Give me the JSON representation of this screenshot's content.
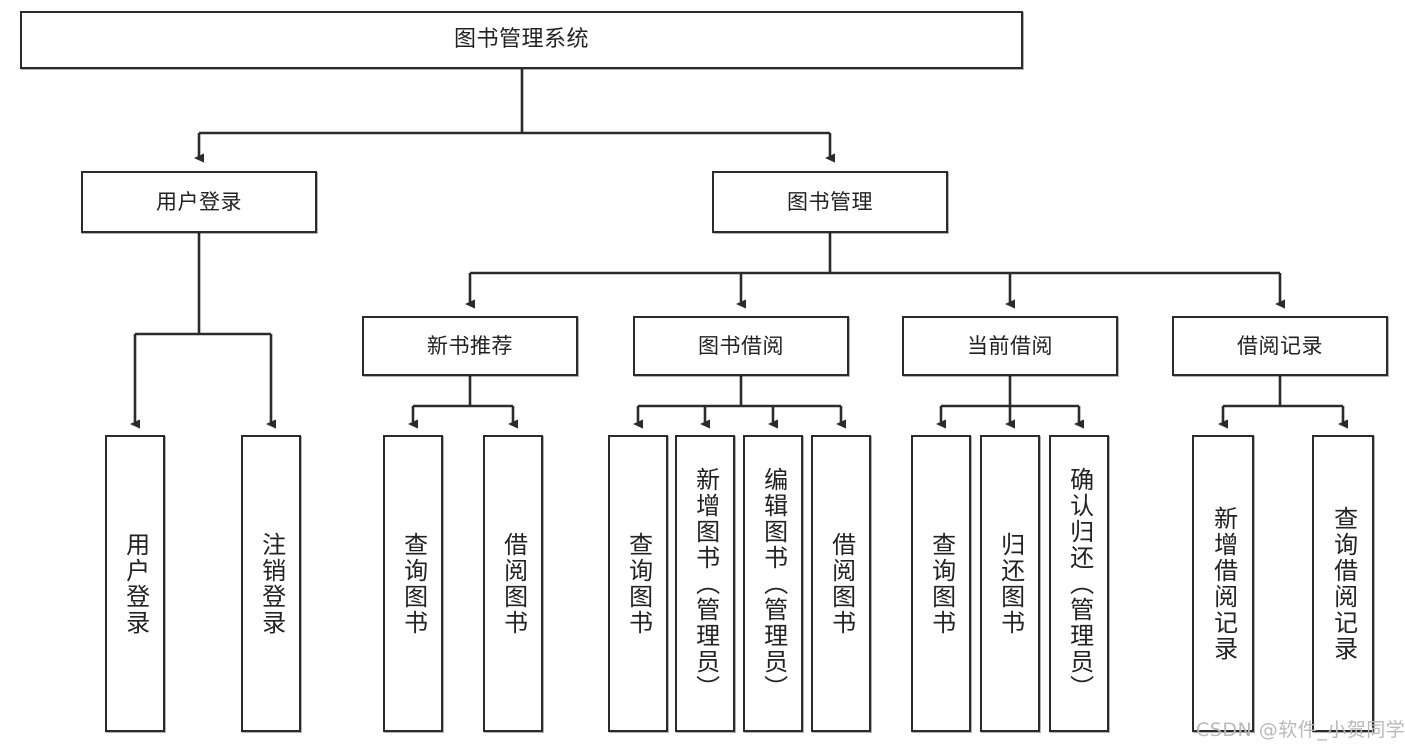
{
  "diagram": {
    "title": "图书管理系统",
    "type": "tree-hierarchy-diagram",
    "root": {
      "label": "图书管理系统"
    },
    "level2": [
      {
        "label": "用户登录"
      },
      {
        "label": "图书管理"
      }
    ],
    "level3": [
      {
        "label": "新书推荐"
      },
      {
        "label": "图书借阅"
      },
      {
        "label": "当前借阅"
      },
      {
        "label": "借阅记录"
      }
    ],
    "leaves": {
      "user_login": [
        {
          "label": "用户登录"
        },
        {
          "label": "注销登录"
        }
      ],
      "new_book_recommend": [
        {
          "label": "查询图书"
        },
        {
          "label": "借阅图书"
        }
      ],
      "book_borrow": [
        {
          "label": "查询图书"
        },
        {
          "label": "新增图书（管理员）"
        },
        {
          "label": "编辑图书（管理员）"
        },
        {
          "label": "借阅图书"
        }
      ],
      "current_borrow": [
        {
          "label": "查询图书"
        },
        {
          "label": "归还图书"
        },
        {
          "label": "确认归还（管理员）"
        }
      ],
      "borrow_record": [
        {
          "label": "新增借阅记录"
        },
        {
          "label": "查询借阅记录"
        }
      ]
    }
  },
  "watermark": {
    "text": "CSDN @软件_小贺同学"
  },
  "colors": {
    "stroke": "#2b2b2b",
    "box_fill": "#ffffff",
    "text": "#222222",
    "watermark": "#b9b9b9",
    "background": "#ffffff"
  }
}
